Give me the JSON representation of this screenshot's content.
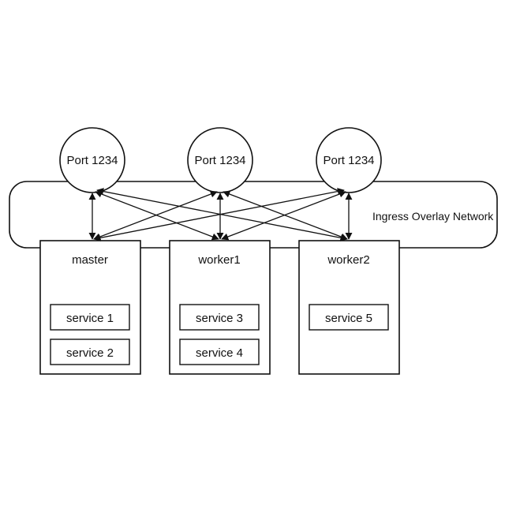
{
  "ports": [
    {
      "label": "Port 1234"
    },
    {
      "label": "Port 1234"
    },
    {
      "label": "Port 1234"
    }
  ],
  "network": {
    "label": "Ingress Overlay Network"
  },
  "nodes": [
    {
      "label": "master",
      "services": [
        "service 1",
        "service 2"
      ]
    },
    {
      "label": "worker1",
      "services": [
        "service 3",
        "service 4"
      ]
    },
    {
      "label": "worker2",
      "services": [
        "service 5"
      ]
    }
  ]
}
